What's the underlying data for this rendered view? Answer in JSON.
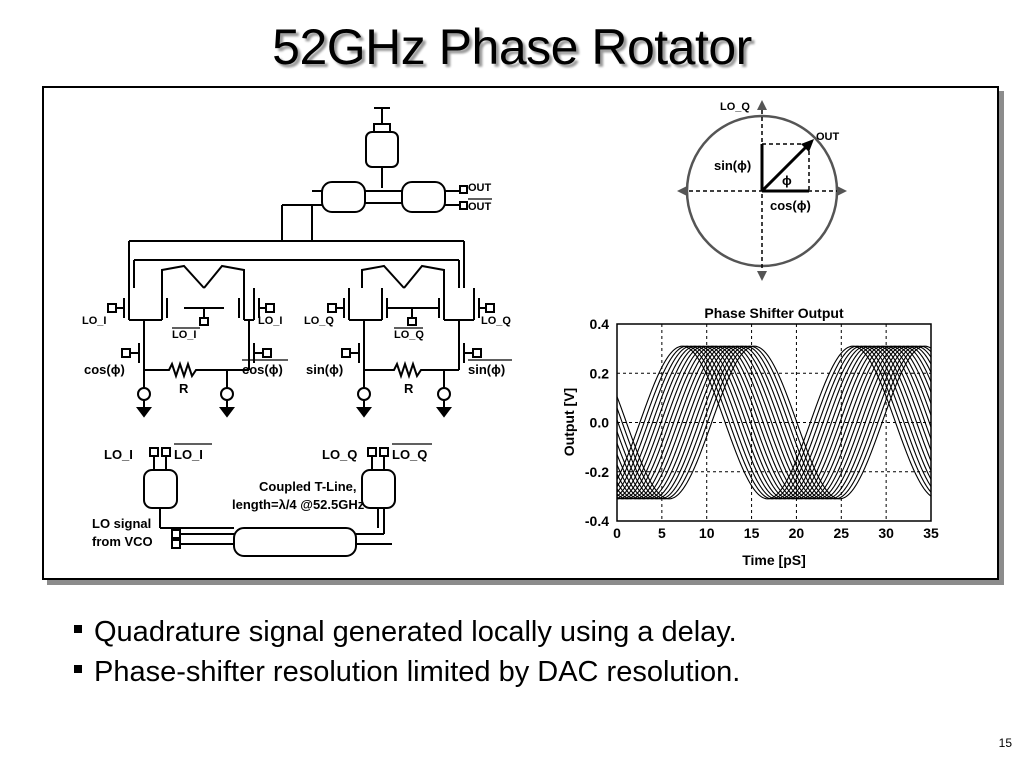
{
  "slide": {
    "title": "52GHz Phase Rotator",
    "page_number": "15"
  },
  "bullets": [
    "Quadrature signal generated locally using a delay.",
    "Phase-shifter resolution limited by DAC resolution."
  ],
  "schematic": {
    "out_label": "OUT",
    "out_bar_label": "OUT",
    "lo_i": "LO_I",
    "lo_i_bar": "LO_I",
    "lo_q": "LO_Q",
    "lo_q_bar": "LO_Q",
    "cos_label": "cos(ϕ)",
    "cos_bar_label": "cos(ϕ)",
    "sin_label": "sin(ϕ)",
    "sin_bar_label": "sin(ϕ)",
    "resistor_label": "R",
    "coupled_line_1": "Coupled T-Line,",
    "coupled_line_2": "length=λ/4 @52.5GHz",
    "lo_signal_1": "LO signal",
    "lo_signal_2": "from VCO"
  },
  "phasor": {
    "lo_q": "LO_Q",
    "out": "OUT",
    "sin": "sin(ϕ)",
    "cos": "cos(ϕ)",
    "phi": "ϕ"
  },
  "chart_data": {
    "type": "line",
    "title": "Phase Shifter Output",
    "xlabel": "Time [pS]",
    "ylabel": "Output [V]",
    "xlim": [
      0,
      35
    ],
    "ylim": [
      -0.4,
      0.4
    ],
    "xticks": [
      "0",
      "5",
      "10",
      "15",
      "20",
      "25",
      "30",
      "35"
    ],
    "yticks": [
      "0.4",
      "0.2",
      "0.0",
      "-0.2",
      "-0.4"
    ],
    "period_ps": 19,
    "amplitude_v": 0.31,
    "curve_count": 18,
    "first_peak_x_ps": [
      7.3,
      15.3
    ]
  }
}
